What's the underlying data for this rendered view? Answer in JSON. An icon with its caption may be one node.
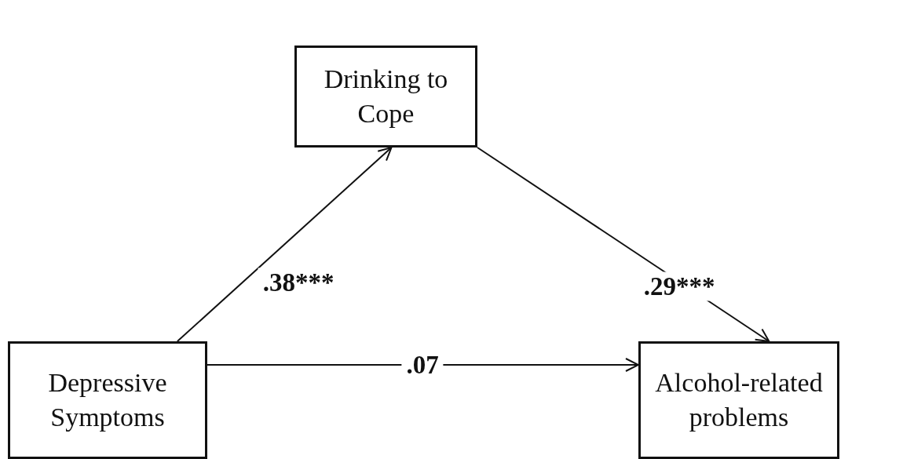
{
  "diagram": {
    "nodes": [
      {
        "text": [
          "Drinking to Cope"
        ]
      },
      {
        "text": [
          "Depressive Symptoms"
        ]
      },
      {
        "text": [
          "Alcohol-related problems"
        ]
      }
    ],
    "edges": [
      {
        "from": 1,
        "to": 0,
        "arrow": "to",
        "label": ".38***"
      },
      {
        "from": 0,
        "to": 2,
        "arrow": "to",
        "label": ".29***"
      },
      {
        "from": 1,
        "to": 2,
        "arrow": "to",
        "label": ".07"
      }
    ]
  }
}
